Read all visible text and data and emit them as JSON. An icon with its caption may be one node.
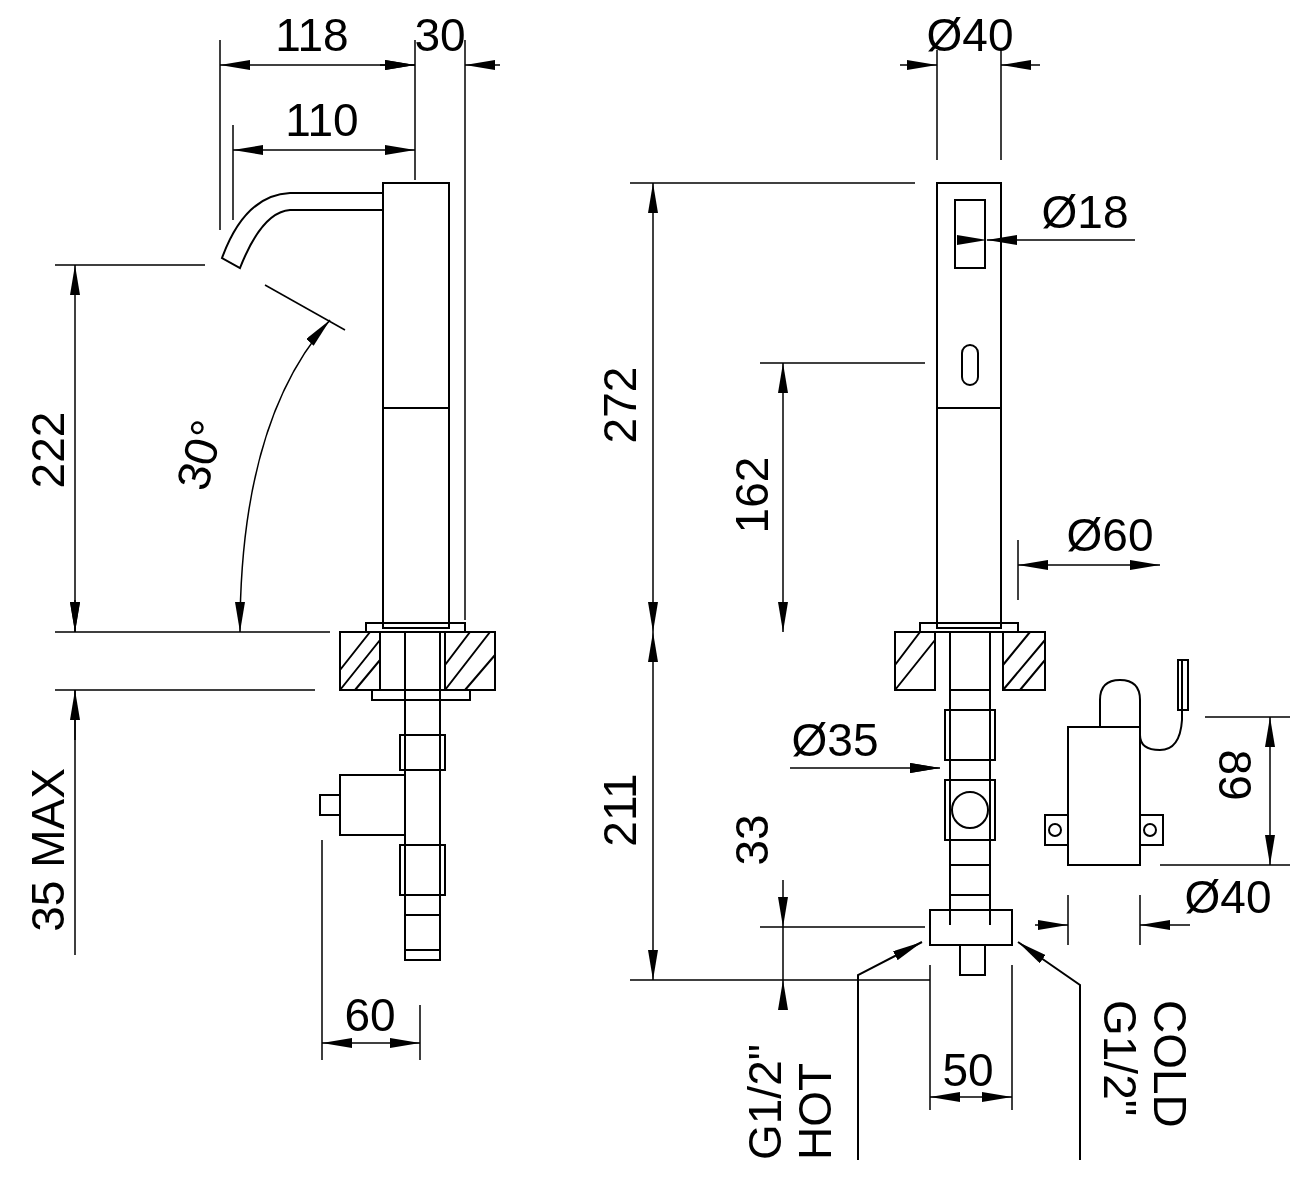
{
  "diagram": {
    "nodes": [
      {
        "text": [
          "G1/2\" HOT"
        ]
      },
      {
        "text": [
          "COLD G1/2\""
        ]
      },
      {
        "text": [],
        "shape": "picture"
      }
    ],
    "edges": [
      {
        "from": 0,
        "to": 2,
        "arrow": "to"
      },
      {
        "from": 1,
        "to": 2,
        "arrow": "to"
      }
    ],
    "labels": [
      "118",
      "30",
      "110",
      "222",
      "30°",
      "35 MAX",
      "60",
      "Ø40",
      "Ø18",
      "272",
      "162",
      "Ø60",
      "Ø35",
      "211",
      "33",
      "89",
      "Ø40",
      "50"
    ]
  }
}
